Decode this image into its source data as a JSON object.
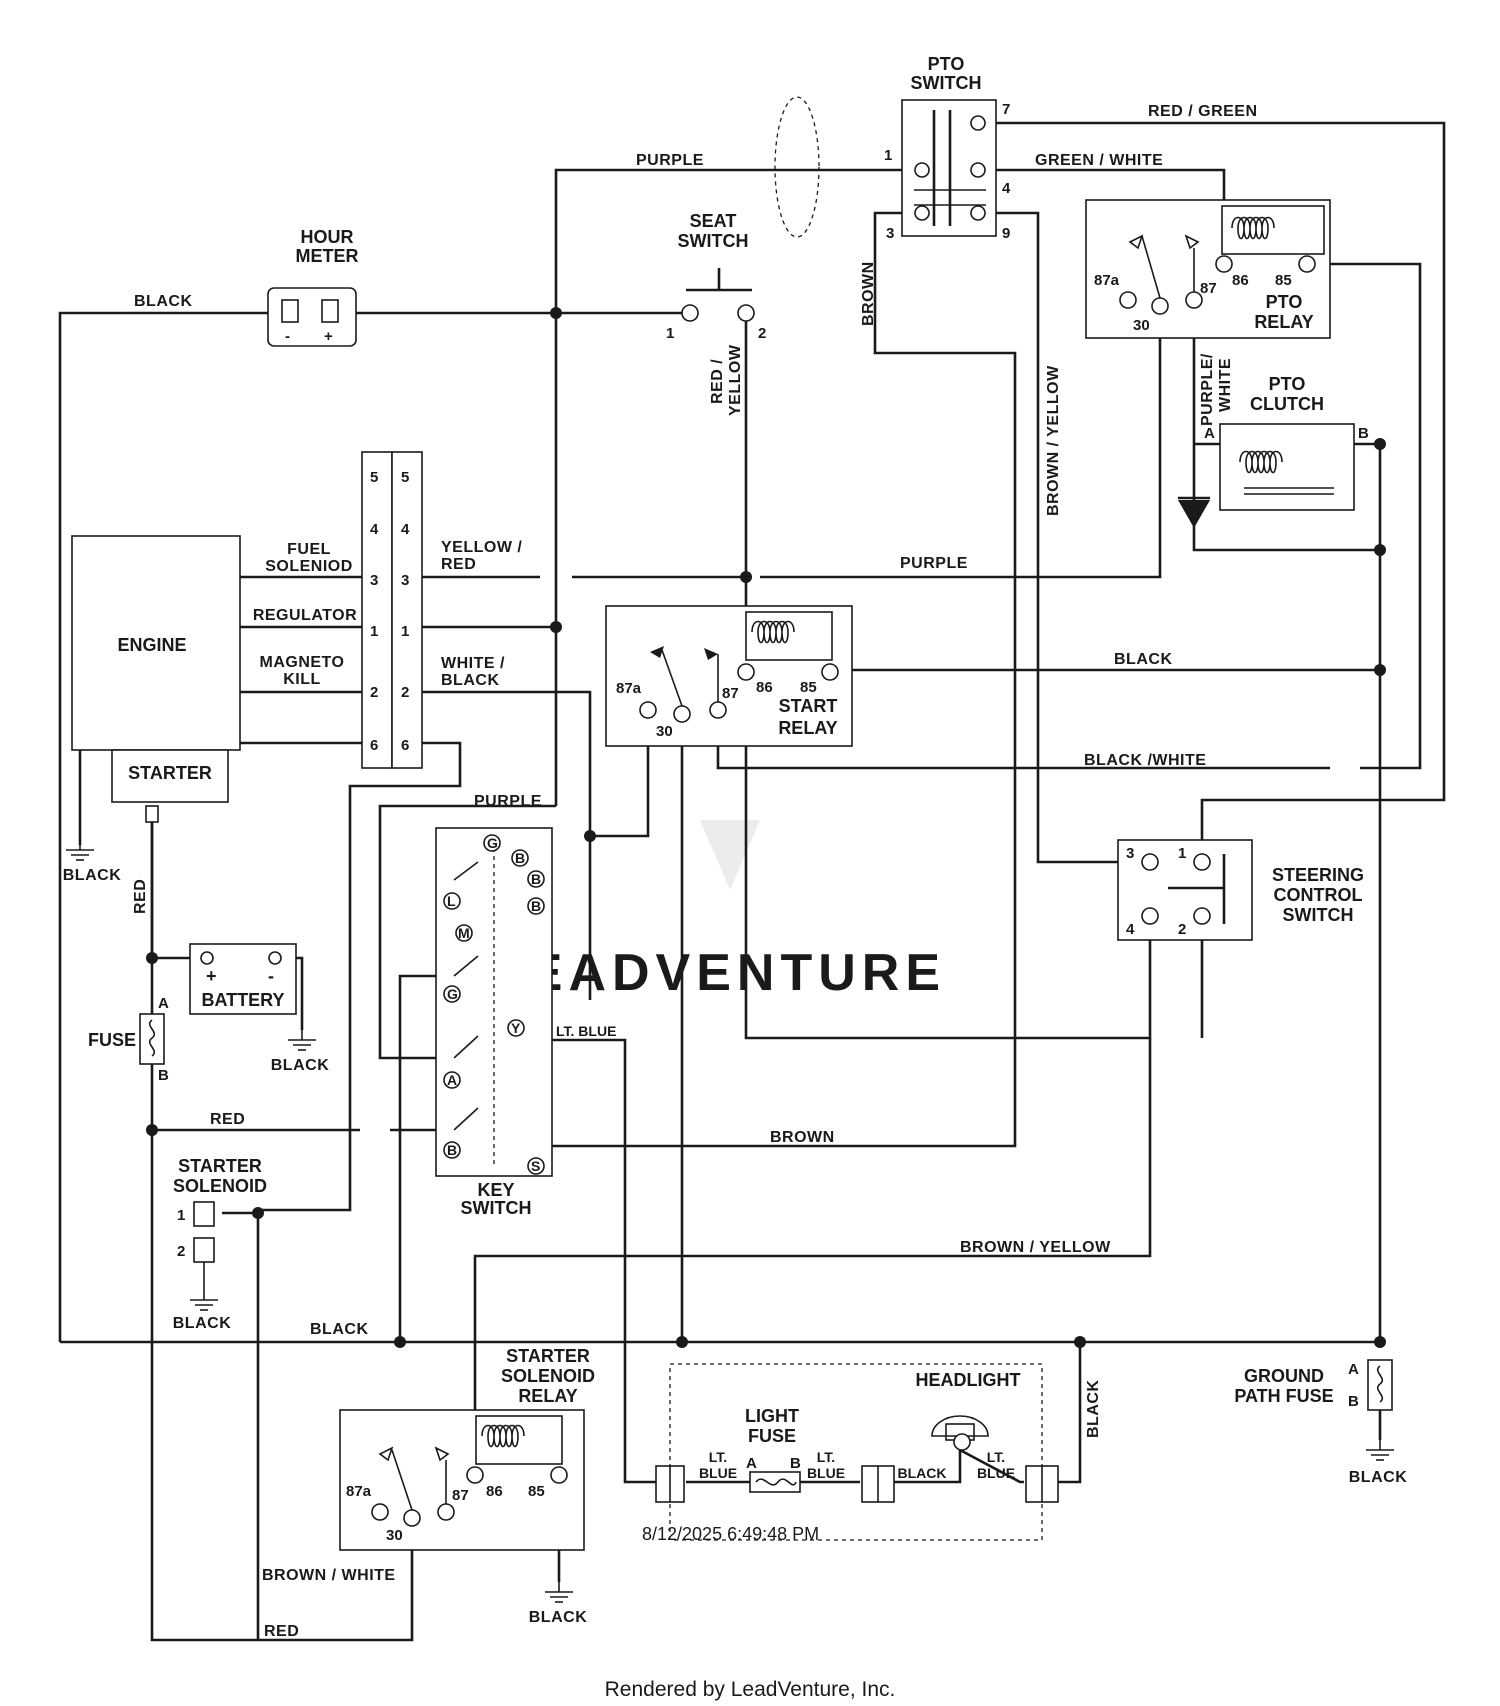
{
  "components": {
    "pto_switch": "PTO\nSWITCH",
    "seat_switch": "SEAT\nSWITCH",
    "hour_meter": "HOUR\nMETER",
    "pto_relay": "PTO\nRELAY",
    "pto_clutch": "PTO\nCLUTCH",
    "engine": "ENGINE",
    "starter": "STARTER",
    "start_relay": "START\nRELAY",
    "battery": "BATTERY",
    "fuse": "FUSE",
    "key_switch": "KEY\nSWITCH",
    "starter_solenoid": "STARTER\nSOLENOID",
    "steering_control_switch": "STEERING\nCONTROL\nSWITCH",
    "starter_solenoid_relay": "STARTER\nSOLENOID\nRELAY",
    "light_fuse": "LIGHT\nFUSE",
    "headlight": "HEADLIGHT",
    "ground_path_fuse": "GROUND\nPATH FUSE"
  },
  "engine_terminals": {
    "fuel": "FUEL\nSOLENIOD",
    "regulator": "REGULATOR",
    "magneto": "MAGNETO\nKILL"
  },
  "wires": {
    "purple": "PURPLE",
    "red_green": "RED / GREEN",
    "green_white": "GREEN / WHITE",
    "black": "BLACK",
    "red_yellow": "RED /\nYELLOW",
    "brown": "BROWN",
    "brown_yellow": "BROWN / YELLOW",
    "purple_white": "PURPLE/\nWHITE",
    "yellow_red": "YELLOW /\nRED",
    "white_black": "WHITE /\nBLACK",
    "black_white": "BLACK /WHITE",
    "red": "RED",
    "lt_blue": "LT. BLUE",
    "lt_blue_split": "LT.\nBLUE",
    "brown_white": "BROWN / WHITE"
  },
  "pins": {
    "p1": "1",
    "p2": "2",
    "p3": "3",
    "p4": "4",
    "p5": "5",
    "p6": "6",
    "p7": "7",
    "p9": "9",
    "r87a": "87a",
    "r30": "30",
    "r87": "87",
    "r86": "86",
    "r85": "85",
    "plus": "+",
    "minus": "-",
    "A": "A",
    "B": "B"
  },
  "key_positions": [
    "G",
    "B",
    "B",
    "B",
    "L",
    "M",
    "G",
    "Y",
    "A",
    "B",
    "S"
  ],
  "watermark": "LEADVENTURE",
  "timestamp": "8/12/2025 6:49:48 PM",
  "footer": "Rendered by LeadVenture, Inc."
}
